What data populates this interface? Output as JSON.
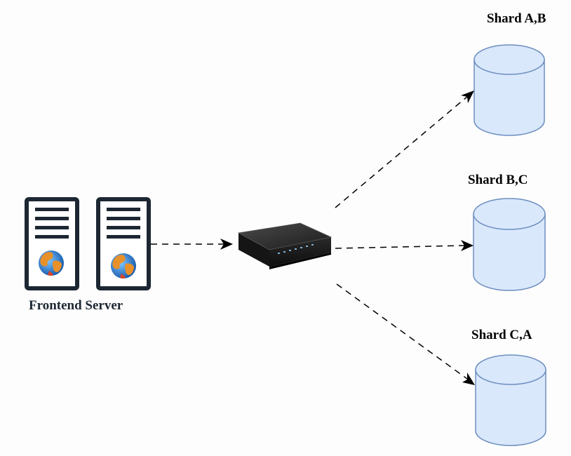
{
  "nodes": {
    "frontend": {
      "label": "Frontend Server",
      "icon": "server-icon"
    },
    "router": {
      "icon": "network-switch-icon"
    },
    "shards": [
      {
        "label": "Shard A,B",
        "icon": "database-cylinder-icon"
      },
      {
        "label": "Shard B,C",
        "icon": "database-cylinder-icon"
      },
      {
        "label": "Shard C,A",
        "icon": "database-cylinder-icon"
      }
    ]
  },
  "edges": [
    {
      "from": "frontend",
      "to": "router",
      "style": "dashed"
    },
    {
      "from": "router",
      "to": "Shard A,B",
      "style": "dashed"
    },
    {
      "from": "router",
      "to": "Shard B,C",
      "style": "dashed"
    },
    {
      "from": "router",
      "to": "Shard C,A",
      "style": "dashed"
    }
  ],
  "colors": {
    "server_body": "#1d2733",
    "server_fill": "#ffffff",
    "db_fill": "#dae8fc",
    "db_stroke": "#6c8ebf",
    "edge": "#000000",
    "router_body": "#2a2a2a"
  }
}
